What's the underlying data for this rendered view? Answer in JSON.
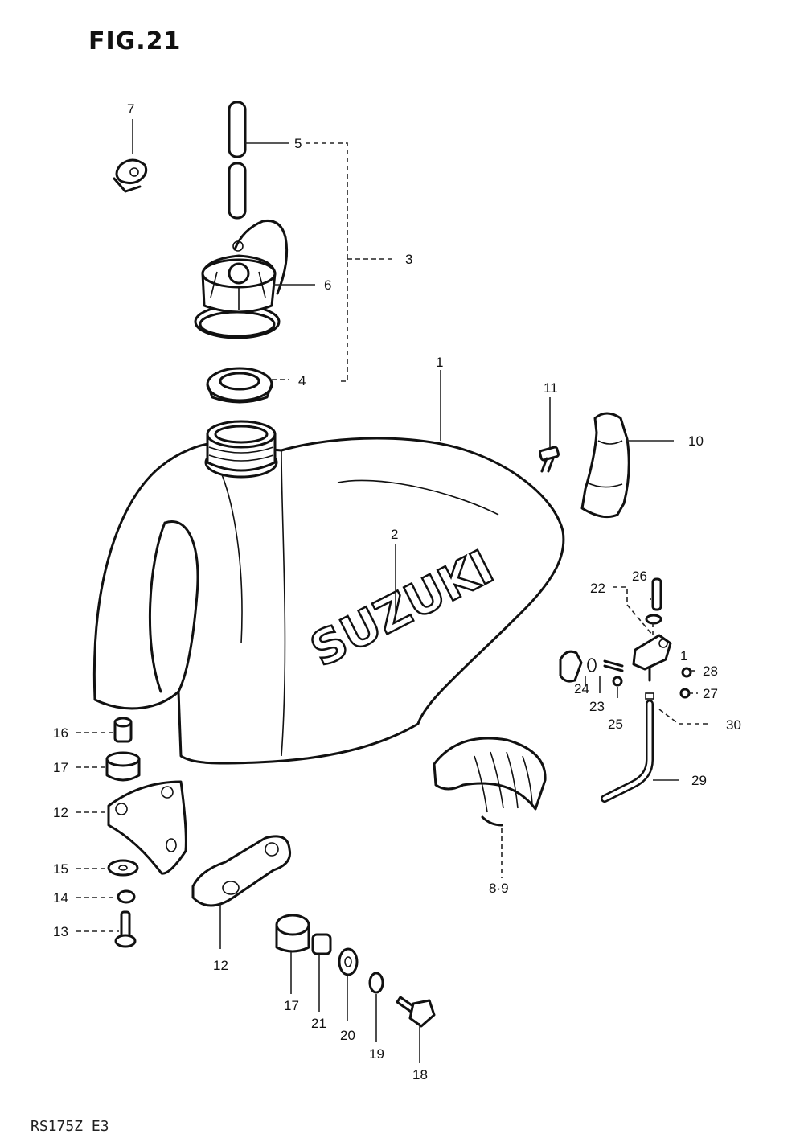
{
  "figure": {
    "title": "FIG.21",
    "model_code": "RS175Z E3"
  },
  "tank_brand": "SUZUKI",
  "callouts": {
    "c1": "1",
    "c1b": "1",
    "c2": "2",
    "c3": "3",
    "c4": "4",
    "c5": "5",
    "c6": "6",
    "c7": "7",
    "c8_9": "8·9",
    "c10": "10",
    "c11": "11",
    "c12a": "12",
    "c12b": "12",
    "c13": "13",
    "c14": "14",
    "c15": "15",
    "c16": "16",
    "c17a": "17",
    "c17b": "17",
    "c18": "18",
    "c19": "19",
    "c20": "20",
    "c21": "21",
    "c22": "22",
    "c23": "23",
    "c24": "24",
    "c25": "25",
    "c26": "26",
    "c27": "27",
    "c28": "28",
    "c29": "29",
    "c30": "30"
  }
}
